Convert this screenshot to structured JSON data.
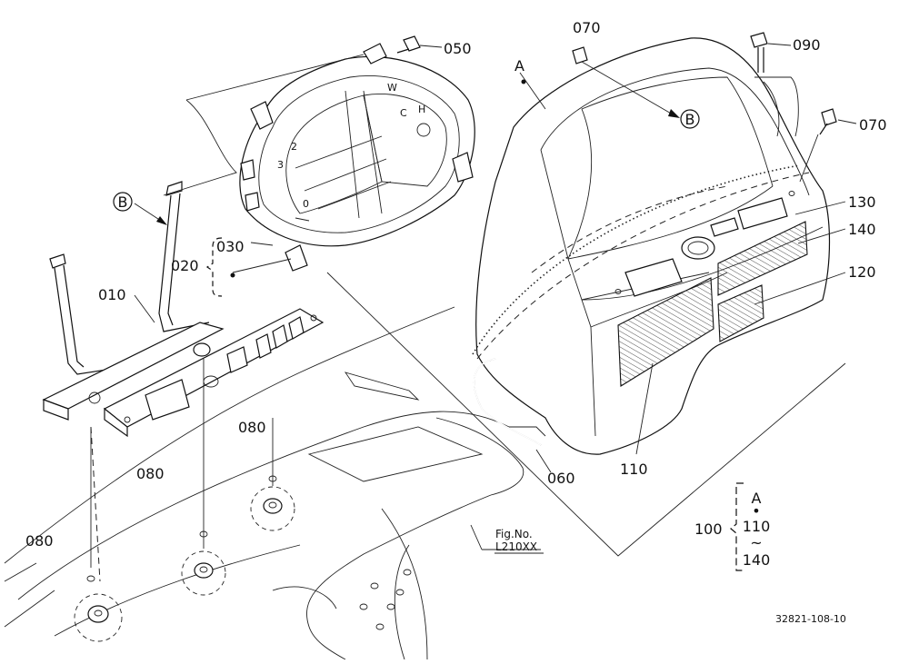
{
  "labels": {
    "p050": "050",
    "p070a": "070",
    "p090": "090",
    "p070b": "070",
    "pA": "A",
    "pB1": "B",
    "pB2": "B",
    "p130": "130",
    "p140": "140",
    "p120": "120",
    "p010": "010",
    "p020": "020",
    "p030": "030",
    "p110": "110",
    "p060": "060",
    "p080a": "080",
    "p080b": "080",
    "p080c": "080",
    "p100": "100"
  },
  "assembly_list": {
    "a": "A",
    "dot": "•",
    "start": "110",
    "tilde": "~",
    "end": "140"
  },
  "figure": {
    "fig_no_label": "Fig.No.",
    "fig_no": "L210XX",
    "drawing_code": "32821-108-10"
  }
}
